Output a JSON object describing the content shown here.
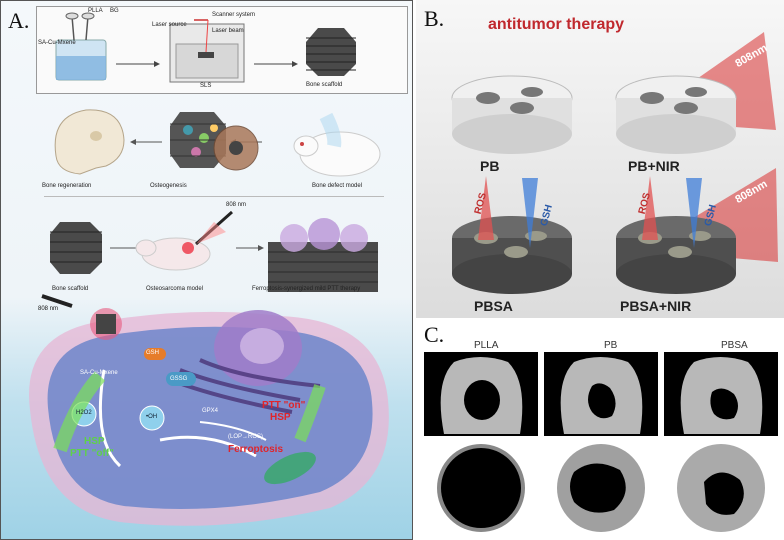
{
  "panel_a": {
    "letter": "A.",
    "top_box": {
      "plla": "PLLA",
      "bg": "BG",
      "sa_cu_mxene": "SA-Cu-Mxene",
      "laser_source": "Laser source",
      "scanner_system": "Scanner system",
      "laser_beam": "Laser beam",
      "sls": "SLS",
      "bone_scaffold": "Bone scaffold"
    },
    "row2": {
      "bone_regeneration": "Bone regeneration",
      "osteogenesis": "Osteogenesis",
      "bone_defect_model": "Bone defect model"
    },
    "row3": {
      "nm808": "808 nm",
      "bone_scaffold": "Bone scaffold",
      "osteosarcoma_model": "Osteosarcoma model",
      "ferroptosis_therapy": "Ferroptosis-synergized mild PTT therapy"
    },
    "cell": {
      "nm808": "808 nm",
      "sacu_mxene": "SA-Cu-Mxene",
      "gsh": "GSH",
      "gssg": "GSSG",
      "h2o2": "H2O2",
      "oh": "•OH",
      "gpx4": "GPX4",
      "lop_ros": "(LOP→ROS)",
      "ferroptosis": "Ferroptosis",
      "ptt_on": "PTT \"on\"",
      "hsp_on": "HSP",
      "hsp_off": "HSP",
      "ptt_off": "PTT \"off\""
    }
  },
  "panel_b": {
    "letter": "B.",
    "title": "antitumor therapy",
    "pb": "PB",
    "pb_nir": "PB+NIR",
    "pbsa": "PBSA",
    "pbsa_nir": "PBSA+NIR",
    "nm808_1": "808nm",
    "nm808_2": "808nm",
    "ros1": "ROS",
    "gsh1": "GSH",
    "ros2": "ROS",
    "gsh2": "GSH"
  },
  "panel_c": {
    "letter": "C.",
    "labels": [
      "PLLA",
      "PB",
      "PBSA"
    ]
  },
  "colors": {
    "title_red": "#c0282d",
    "ferroptosis_red": "#e0242a",
    "green": "#5fd14a",
    "cell_purple": "#6a4fa0"
  }
}
